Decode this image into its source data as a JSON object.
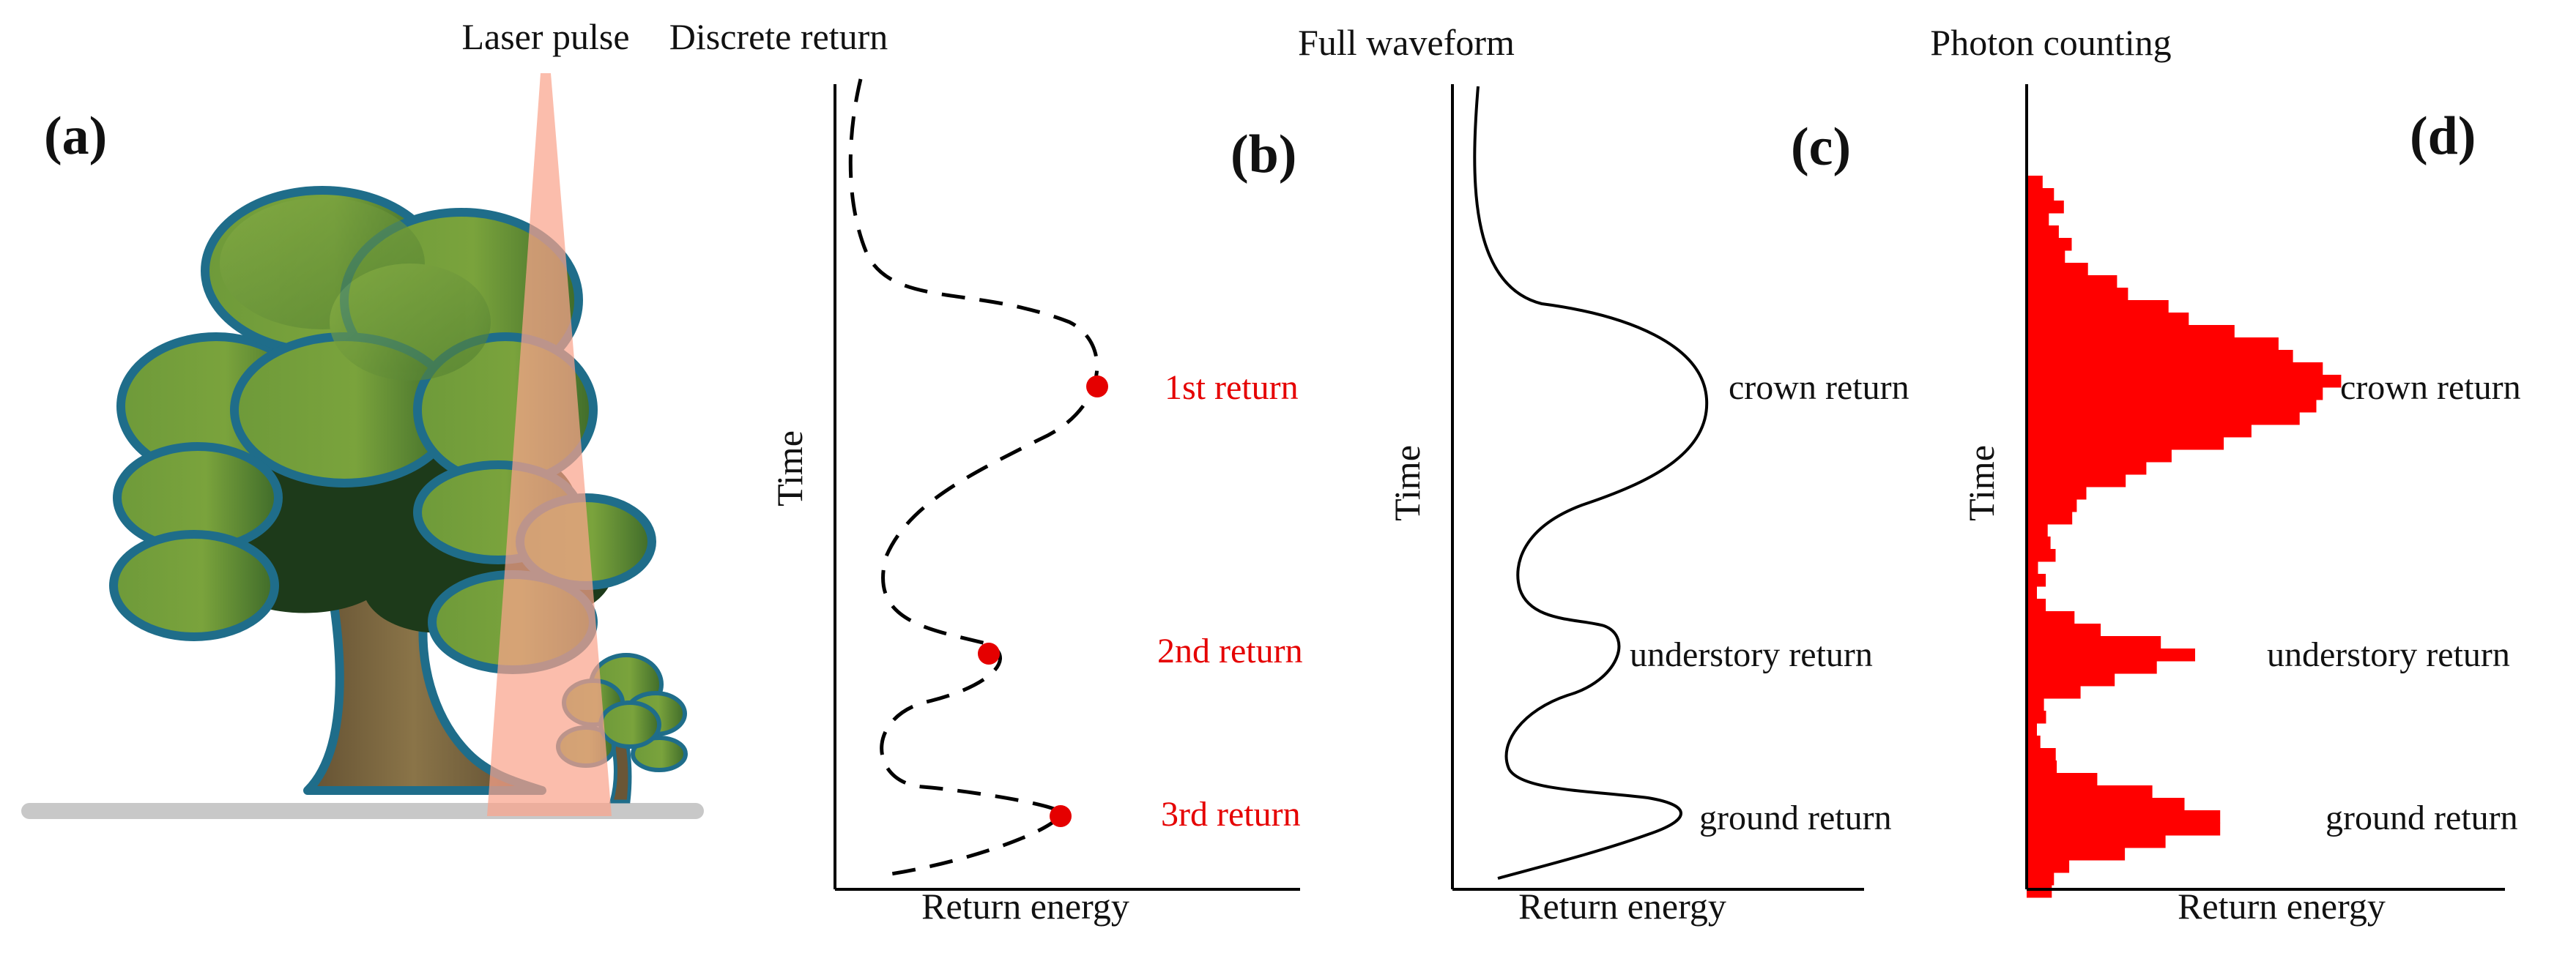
{
  "panels": {
    "a": {
      "letter": "(a)",
      "beam_label": "Laser pulse"
    },
    "b": {
      "letter": "(b)",
      "title": "Discrete return",
      "ylabel": "Time",
      "xlabel": "Return energy",
      "returns": [
        "1st return",
        "2nd return",
        "3rd return"
      ]
    },
    "c": {
      "letter": "(c)",
      "title": "Full waveform",
      "ylabel": "Time",
      "xlabel": "Return energy",
      "annotations": [
        "crown return",
        "understory return",
        "ground return"
      ]
    },
    "d": {
      "letter": "(d)",
      "title": "Photon counting",
      "ylabel": "Time",
      "xlabel": "Return energy",
      "annotations": [
        "crown return",
        "understory return",
        "ground return"
      ]
    }
  },
  "colors": {
    "return_marker": "#e50000",
    "histogram": "#ff0000",
    "laser_beam": "#f9a48c",
    "tree_outline": "#1f6d8a",
    "ground": "#c8c8c8"
  },
  "chart_data": [
    {
      "type": "line",
      "panel": "b",
      "line_style": "dashed",
      "xlabel": "Return energy",
      "ylabel": "Time",
      "return_markers": [
        {
          "label": "1st return"
        },
        {
          "label": "2nd return"
        },
        {
          "label": "3rd return"
        }
      ]
    },
    {
      "type": "line",
      "panel": "c",
      "line_style": "solid",
      "xlabel": "Return energy",
      "ylabel": "Time",
      "peaks": [
        "crown return",
        "understory return",
        "ground return"
      ]
    },
    {
      "type": "bar",
      "panel": "d",
      "orientation": "horizontal",
      "xlabel": "Return energy",
      "ylabel": "Time",
      "peaks": [
        "crown return",
        "understory return",
        "ground return"
      ]
    }
  ]
}
